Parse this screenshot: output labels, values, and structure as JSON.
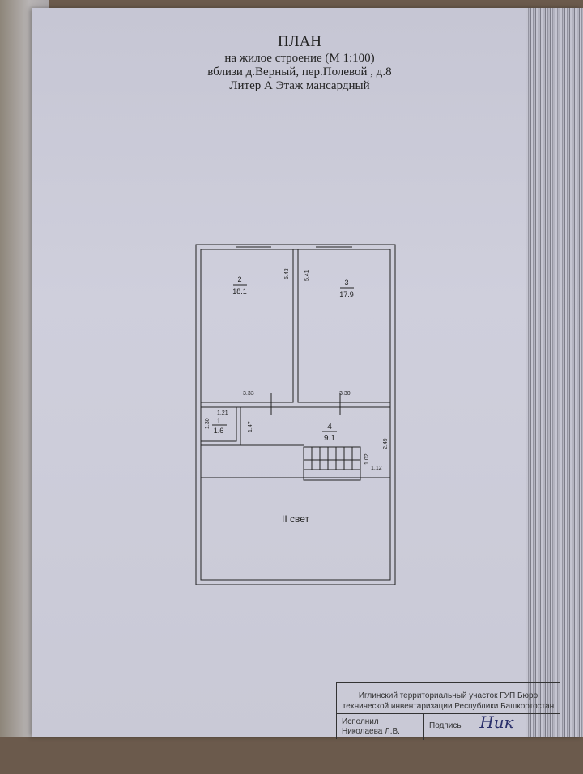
{
  "title": {
    "heading": "ПЛАН",
    "line1": "на  жилое  строение (М 1:100)",
    "line2": "вблизи д.Верный, пер.Полевой , д.8",
    "line3": "Литер А  Этаж  мансардный"
  },
  "rooms": [
    {
      "number": "2",
      "area": "18.1"
    },
    {
      "number": "3",
      "area": "17.9"
    },
    {
      "number": "1",
      "area": "1.6"
    },
    {
      "number": "4",
      "area": "9.1"
    }
  ],
  "dimensions": {
    "room2_height": "5.43",
    "room3_height": "5.41",
    "room2_width": "3.33",
    "room3_width": "3.30",
    "room1_width": "1.21",
    "room1_height": "1.30",
    "corridor_height": "1.47",
    "stair_length": "1.02",
    "corridor_right": "2.49",
    "stair_width": "1.12"
  },
  "open_space_label": "II свет",
  "stamp": {
    "organization": "Иглинский территориальный участок ГУП Бюро технической инвентаризации Республики Башкортостан",
    "performed_label": "Исполнил",
    "performer": "Николаева Л.В.",
    "signature_label": "Подпись",
    "signature": "Ник"
  }
}
